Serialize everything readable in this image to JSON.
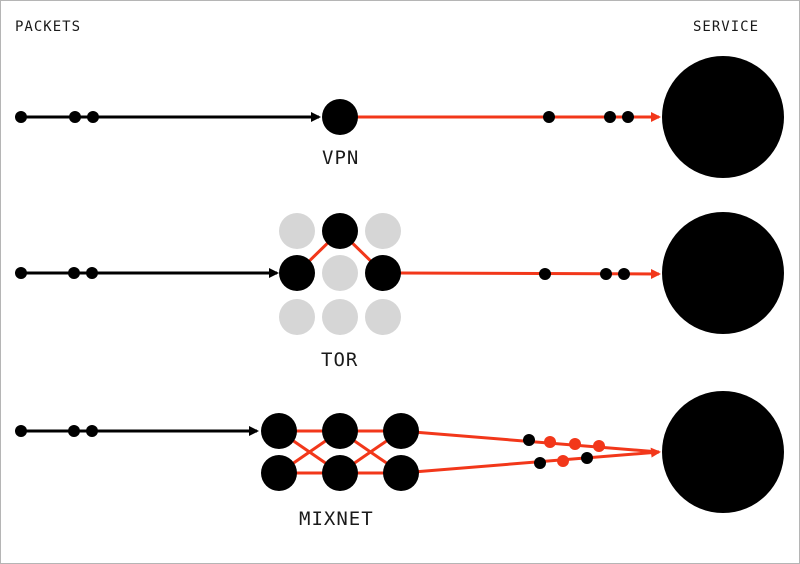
{
  "headers": {
    "left": "PACKETS",
    "right": "SERVICE"
  },
  "colors": {
    "ink": "#000000",
    "route": "#f2371a",
    "idle_node": "#d6d6d6"
  },
  "networks": [
    {
      "id": "vpn",
      "label": "VPN",
      "hops": 1,
      "idle_nodes": 0
    },
    {
      "id": "tor",
      "label": "TOR",
      "hops": 3,
      "idle_nodes": 6
    },
    {
      "id": "mixnet",
      "label": "MIXNET",
      "hops": 6,
      "idle_nodes": 0,
      "mixed_packets": true
    }
  ]
}
